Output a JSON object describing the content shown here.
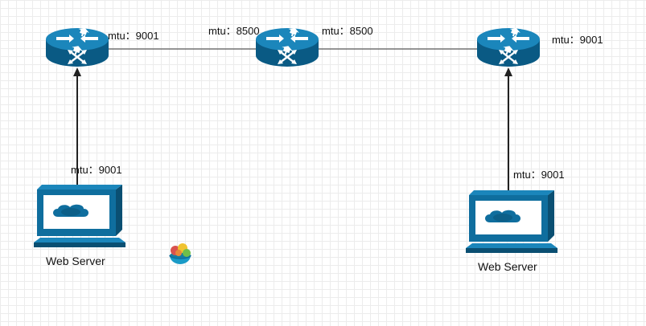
{
  "nodes": {
    "router_left": {
      "label": "mtu：9001",
      "icon": "router-icon"
    },
    "router_middle": {
      "label_left": "mtu：8500",
      "label_right": "mtu：8500",
      "icon": "router-icon"
    },
    "router_right": {
      "label": "mtu：9001",
      "icon": "router-icon"
    },
    "server_left": {
      "label": "mtu：9001",
      "caption": "Web Server",
      "icon": "laptop-icon"
    },
    "server_right": {
      "label": "mtu：9001",
      "caption": "Web Server",
      "icon": "laptop-icon"
    }
  },
  "colors": {
    "device_fill": "#0f6e9e",
    "device_dark": "#0a4f72",
    "device_light": "#2a8fbf",
    "link": "#333333"
  },
  "decoration": {
    "icon": "bowl-icon"
  }
}
